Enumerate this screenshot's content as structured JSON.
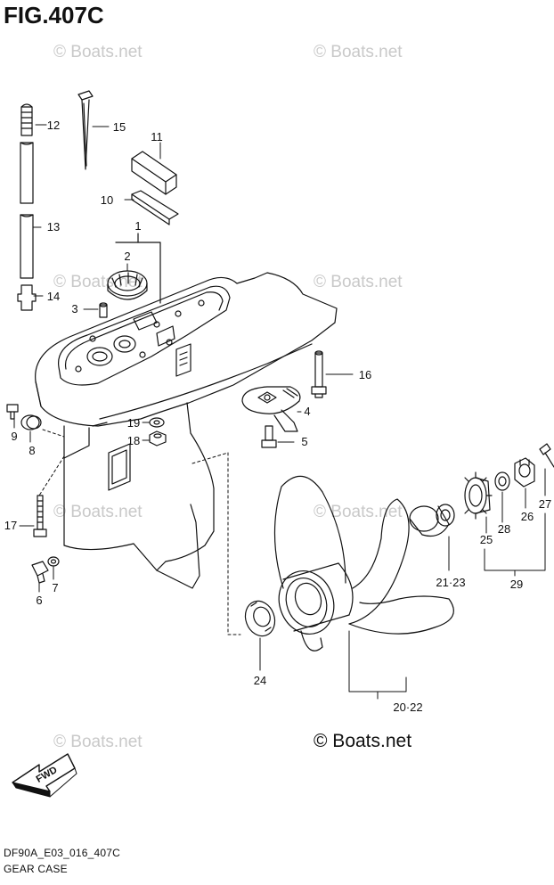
{
  "figure": {
    "title": "FIG.407C",
    "code": "DF90A_E03_016_407C",
    "description": "GEAR CASE"
  },
  "watermark": {
    "text": "© Boats.net",
    "main_text": "© Boats.net"
  },
  "arrow": {
    "label": "FWD"
  },
  "callouts": {
    "c1": "1",
    "c2": "2",
    "c3": "3",
    "c4": "4",
    "c5": "5",
    "c6": "6",
    "c7": "7",
    "c8": "8",
    "c9": "9",
    "c10": "10",
    "c11": "11",
    "c12": "12",
    "c13": "13",
    "c14": "14",
    "c15": "15",
    "c16": "16",
    "c17": "17",
    "c18": "18",
    "c19": "19",
    "c20_22": "20·22",
    "c21_23": "21·23",
    "c24": "24",
    "c25": "25",
    "c26": "26",
    "c27": "27",
    "c28": "28",
    "c29": "29"
  },
  "colors": {
    "line": "#111111",
    "watermark": "#c9c9c9",
    "background": "#ffffff"
  }
}
